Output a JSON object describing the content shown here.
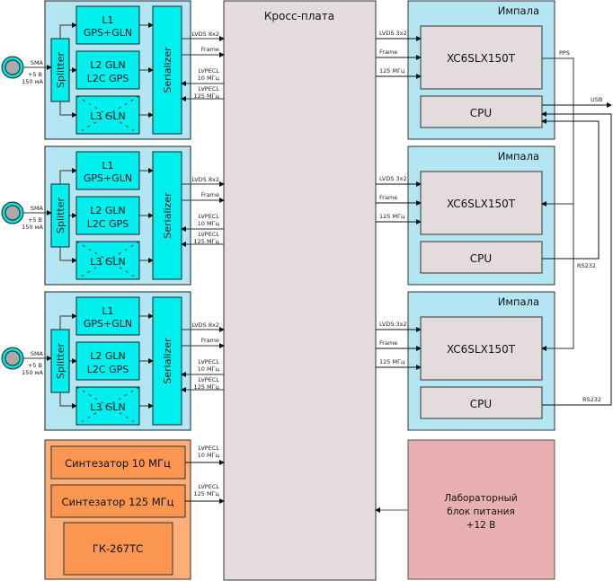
{
  "colors": {
    "receiver_bg": "#b3e5f2",
    "block_cyan": "#00f0f0",
    "crossboard_bg": "#e4dcdc",
    "impala_bg": "#b3e5f2",
    "chip_bg": "#e4dcdc",
    "synth_panel_bg": "#fcae78",
    "synth_block_bg": "#fa9650",
    "psu_bg": "#e8b0b0",
    "line": "#111111",
    "connector_ring": "#00e0e0",
    "connector_core": "#aaaaaa"
  },
  "receivers": [
    {
      "connector": {
        "label": "SMA",
        "power": "+5 В",
        "current": "150 мА"
      },
      "splitter": "Splitter",
      "l1": [
        "L1",
        "GPS+GLN"
      ],
      "l2": [
        "L2 GLN",
        "L2C GPS"
      ],
      "l3": "L3 GLN",
      "serializer": "Serializer",
      "links": [
        "LVDS 8x2",
        "Frame",
        "LVPECL",
        "10 МГц",
        "LVPECL",
        "125 МГц"
      ]
    },
    {
      "connector": {
        "label": "SMA",
        "power": "+5 В",
        "current": "150 мА"
      },
      "splitter": "Splitter",
      "l1": [
        "L1",
        "GPS+GLN"
      ],
      "l2": [
        "L2 GLN",
        "L2C GPS"
      ],
      "l3": "L3 GLN",
      "serializer": "Serializer",
      "links": [
        "LVDS 8x2",
        "Frame",
        "LVPECL",
        "10 МГц",
        "LVPECL",
        "125 МГц"
      ]
    },
    {
      "connector": {
        "label": "SMA",
        "power": "+5 В",
        "current": "150 мА"
      },
      "splitter": "Splitter",
      "l1": [
        "L1",
        "GPS+GLN"
      ],
      "l2": [
        "L2 GLN",
        "L2C GPS"
      ],
      "l3": "L3 GLN",
      "serializer": "Serializer",
      "links": [
        "LVDS 8x2",
        "Frame",
        "LVPECL",
        "10 МГц",
        "LVPECL",
        "125 МГц"
      ]
    }
  ],
  "synth": {
    "s10": "Синтезатор 10 МГц",
    "s125": "Синтезатор 125 МГц",
    "gen": "ГК-267ТС",
    "links": [
      "LVPECL",
      "10 МГц",
      "LVPECL",
      "125 МГц"
    ]
  },
  "crossboard": {
    "title": "Кросс-плата"
  },
  "impalas": [
    {
      "title": "Импала",
      "fpga": "XC6SLX150T",
      "cpu": "CPU",
      "links": [
        "LVDS 3x2",
        "Frame",
        "125 МГц"
      ]
    },
    {
      "title": "Импала",
      "fpga": "XC6SLX150T",
      "cpu": "CPU",
      "links": [
        "LVDS 3x2",
        "Frame",
        "125 МГц"
      ]
    },
    {
      "title": "Импала",
      "fpga": "XC6SLX150T",
      "cpu": "CPU",
      "links": [
        "LVDS 3x2",
        "Frame",
        "125 МГц"
      ]
    }
  ],
  "signals": {
    "pps": "PPS",
    "usb": "USB",
    "rs232_a": "RS232",
    "rs232_b": "RS232"
  },
  "psu": {
    "lines": [
      "Лабораторный",
      "блок питания",
      "+12 В"
    ]
  }
}
